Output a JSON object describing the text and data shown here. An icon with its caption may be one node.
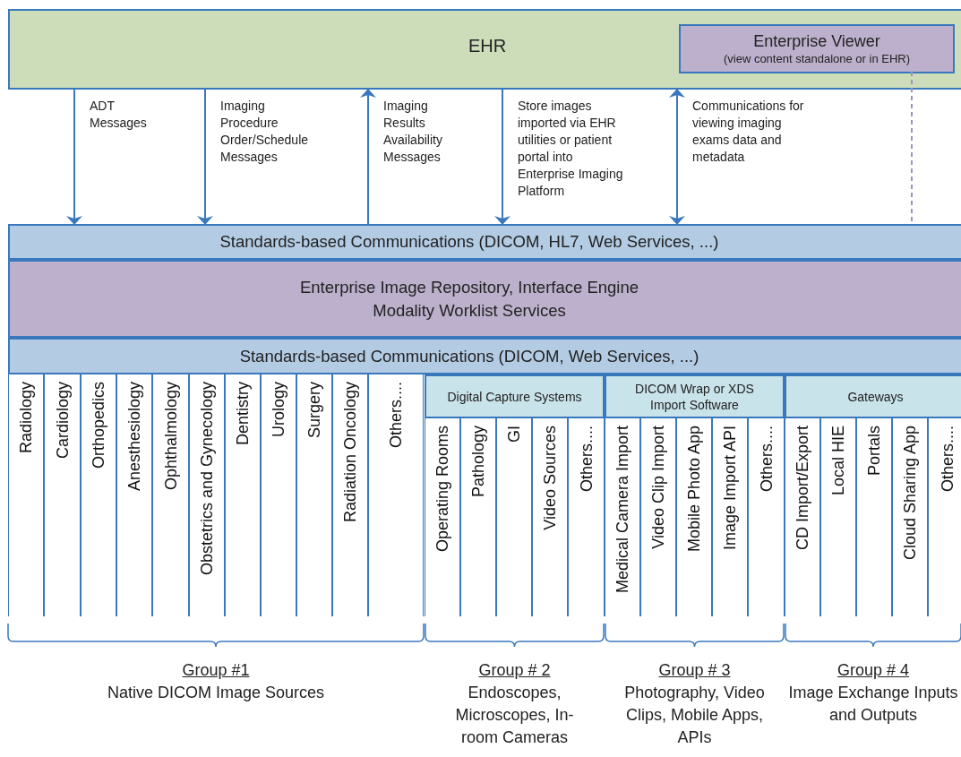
{
  "diagram": {
    "nodes": [
      {
        "text": [
          "EHR"
        ]
      },
      {
        "text": [
          "Enterprise Viewer",
          "(view content standalone or in EHR)"
        ],
        "in": 0
      },
      {
        "text": [
          "Standards-based Communications (DICOM, HL7, Web Services, ...)"
        ]
      },
      {
        "text": [
          "Enterprise Image Repository, Interface Engine Modality Worklist Services"
        ]
      },
      {
        "text": [
          "Standards-based Communications (DICOM, Web Services, ...)"
        ]
      },
      {
        "text": [
          "Radiology"
        ]
      },
      {
        "text": [
          "Cardiology"
        ]
      },
      {
        "text": [
          "Orthopedics"
        ]
      },
      {
        "text": [
          "Anesthesiology"
        ]
      },
      {
        "text": [
          "Ophthalmology"
        ]
      },
      {
        "text": [
          "Obstetrics and Gynecology"
        ]
      },
      {
        "text": [
          "Dentistry"
        ]
      },
      {
        "text": [
          "Urology"
        ]
      },
      {
        "text": [
          "Surgery"
        ]
      },
      {
        "text": [
          "Radiation Oncology"
        ]
      },
      {
        "text": [
          "Others...."
        ]
      },
      {
        "text": [
          "Digital Capture Systems"
        ]
      },
      {
        "text": [
          "Operating Rooms"
        ]
      },
      {
        "text": [
          "Pathology"
        ]
      },
      {
        "text": [
          "GI"
        ]
      },
      {
        "text": [
          "Video Sources"
        ]
      },
      {
        "text": [
          "Others...."
        ]
      },
      {
        "text": [
          "DICOM Wrap or XDS Import Software"
        ]
      },
      {
        "text": [
          "Medical Camera Import"
        ]
      },
      {
        "text": [
          "Video Clip Import"
        ]
      },
      {
        "text": [
          "Mobile Photo App"
        ]
      },
      {
        "text": [
          "Image Import API"
        ]
      },
      {
        "text": [
          "Others...."
        ]
      },
      {
        "text": [
          "Gateways"
        ]
      },
      {
        "text": [
          "CD Import/Export"
        ]
      },
      {
        "text": [
          "Local HIE"
        ]
      },
      {
        "text": [
          "Portals"
        ]
      },
      {
        "text": [
          "Cloud Sharing App"
        ]
      },
      {
        "text": [
          "Others...."
        ]
      }
    ],
    "edges": [
      {
        "from": 0,
        "to": 2,
        "arrow": "to",
        "label": "ADT Messages"
      },
      {
        "from": 0,
        "to": 2,
        "arrow": "to",
        "label": "Imaging Procedure Order/Schedule Messages"
      },
      {
        "from": 2,
        "to": 0,
        "arrow": "to",
        "label": "Imaging Results Availability Messages"
      },
      {
        "from": 0,
        "to": 2,
        "arrow": "to",
        "label": "Store images imported via EHR utilities or patient portal into Enterprise Imaging Platform"
      },
      {
        "from": 0,
        "to": 2,
        "arrow": "both",
        "label": "Communications for viewing imaging exams data and metadata"
      },
      {
        "from": 1,
        "to": 2,
        "arrow": "none",
        "style": "dashed",
        "color": "#a28fc2"
      }
    ],
    "labels": [
      "Group #1",
      "Native DICOM Image Sources",
      "Group # 2",
      "Endoscopes, Microscopes, In-room Cameras",
      "Group # 3",
      "Photography, Video Clips, Mobile Apps, APIs",
      "Group # 4",
      "Image Exchange Inputs and Outputs"
    ]
  }
}
